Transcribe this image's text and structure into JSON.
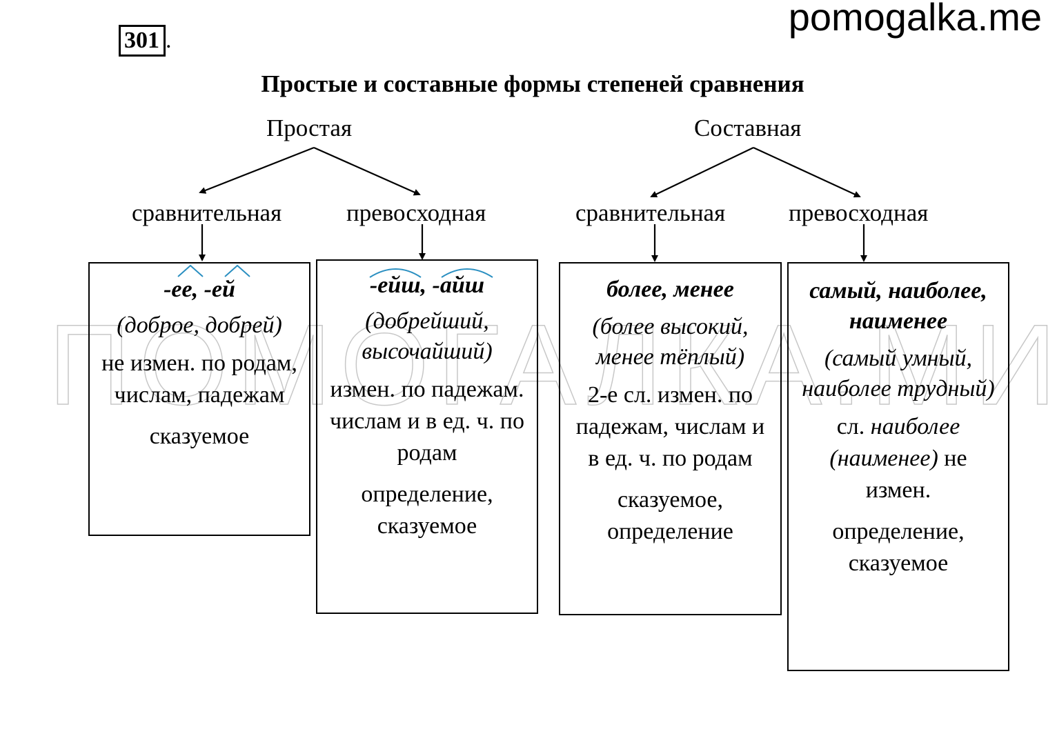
{
  "site": "pomogalka.me",
  "exercise_number": "301",
  "exercise_dot": ".",
  "title": "Простые и составные формы степеней сравнения",
  "watermark": "ПОМОГАЛКА.МИ",
  "colors": {
    "arc": "#2a8fc1",
    "line": "#000000",
    "watermark_outline": "#c7c7c7"
  },
  "simple": {
    "label": "Простая",
    "comparative": {
      "label": "сравнительная",
      "suffixes": "-ее, -ей",
      "examples": "(доброе, добрей)",
      "change": "не измен. по родам, числам, падежам",
      "role": "сказуемое"
    },
    "superlative": {
      "label": "превосходная",
      "suffixes": "-ейш, -айш",
      "examples": "(добрейший, высочайший)",
      "change": "измен. по падежам. числам и в ед. ч. по родам",
      "role": "определение, сказуемое"
    }
  },
  "compound": {
    "label": "Составная",
    "comparative": {
      "label": "сравнительная",
      "words": "более, менее",
      "examples": "(более высокий, менее тёплый)",
      "change": "2-е сл. измен. по падежам, числам и в ед. ч. по родам",
      "role": "сказуемое, определение"
    },
    "superlative": {
      "label": "превосходная",
      "words": "самый, наиболее, наименее",
      "examples": "(самый умный, наиболее трудный)",
      "change_prefix": "сл.",
      "change_italic": "наиболее (наименее)",
      "change_suffix": "не измен.",
      "role": "определение, сказуемое"
    }
  }
}
